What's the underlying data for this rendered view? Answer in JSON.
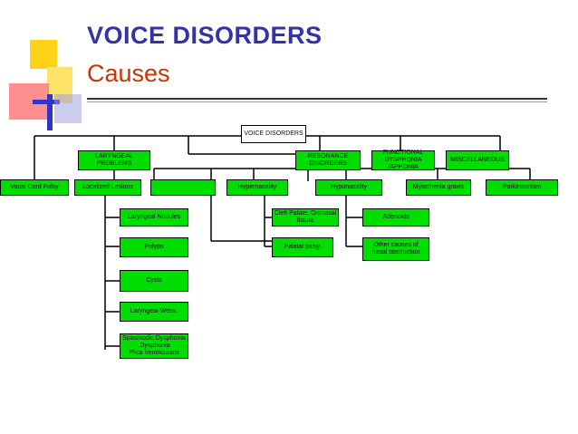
{
  "slide": {
    "title": "VOICE DISORDERS",
    "subtitle": "Causes"
  },
  "colors": {
    "title": "#3333a6",
    "subtitle": "#cc3300",
    "box_fill": "#00dd00",
    "deco_yellow": "#ffd21a",
    "deco_red": "#ff6e6e",
    "deco_blue": "#3333cc"
  },
  "diagram": {
    "root": "VOICE DISORDERS",
    "laryngeal_problems": "LARYNGEAL\nPROBLEMS",
    "resonance_disorders": "RESONANCE DISORDERS",
    "functional_dysphonia": "FUNCTIONAL DYSPHONIA\n/APHONIA",
    "miscellaneous": "MISCELLANEOUS",
    "vocal_cord_palsy": "Vocal Cord Palsy",
    "localized_lesions": "Localized Lesions",
    "unlabeled_box": "",
    "hypernasality": "Hypernasality",
    "hyponasality": "Hyponasality",
    "myasthenia_gravis": "Myasthenia gravis",
    "parkinsonism": "Parkinsonism",
    "laryngeal_nodules": "Laryngeal Nodules",
    "polyps": "Polyps",
    "cysts": "Cysts",
    "laryngeal_webs": "Laryngeal Webs.",
    "spasmodic_dysphonia": "Spasmodic Dysphonia\n,Dysphonia\nPlica Ventricularis",
    "cleft_palate": "Cleft Palate, Oronasal fistula",
    "palatal_palsy": "Palatal palsy.",
    "adenoids": "Adenoids",
    "other_causes": "Other causes of\nnasal obstruction"
  }
}
